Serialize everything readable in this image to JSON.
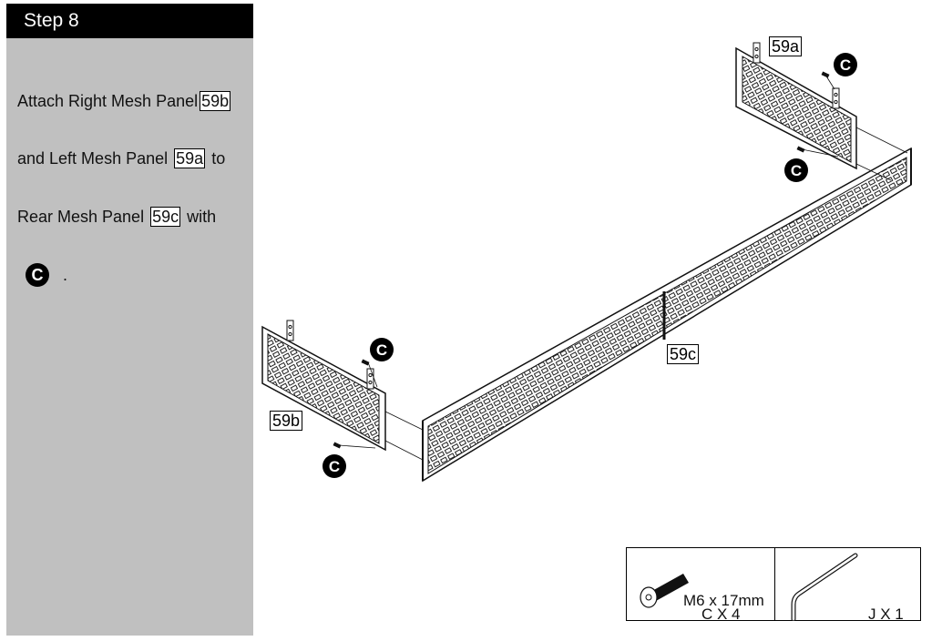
{
  "step": {
    "title": "Step 8"
  },
  "instructions": {
    "line1": {
      "text": "Attach Right Mesh Panel",
      "tag": "59b"
    },
    "line2": {
      "text": "and Left Mesh Panel",
      "tag": "59a",
      "suffix": "to"
    },
    "line3": {
      "text": "Rear Mesh Panel",
      "tag": "59c",
      "suffix": "with"
    },
    "line4": {
      "badge": "C",
      "suffix": "."
    }
  },
  "diagram": {
    "labels": {
      "left_panel": "59a",
      "right_panel": "59b",
      "rear_panel": "59c"
    },
    "fastener_badge": "C"
  },
  "parts": {
    "screw": {
      "size": "M6 x 17mm",
      "qty_label": "C X 4",
      "icon": "flat-head-screw-icon"
    },
    "key": {
      "qty_label": "J X 1",
      "icon": "allen-key-icon"
    }
  },
  "colors": {
    "sidebar_bg": "#c0c0c0",
    "header_bg": "#000000",
    "header_text": "#ffffff"
  }
}
